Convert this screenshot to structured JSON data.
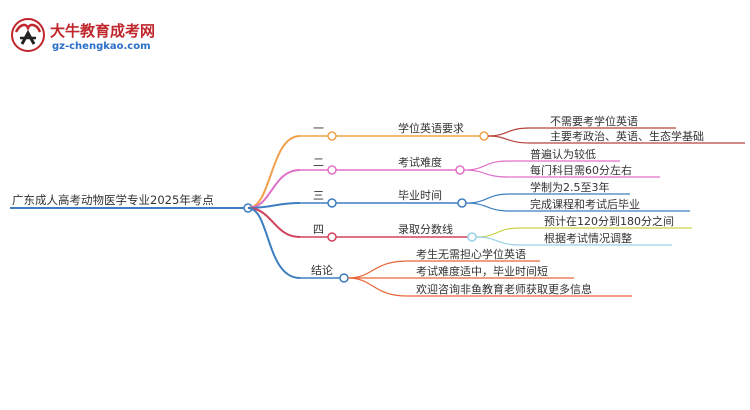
{
  "brand": {
    "title": "大牛教育成考网",
    "url": "gz-chengkao.com"
  },
  "colors": {
    "root": "#3d7ebf",
    "branch1": "#f0a04a",
    "branch1_children": "#b8433f",
    "branch2": "#e070c8",
    "branch3": "#3d7ebf",
    "branch4": "#d0435e",
    "branch4_children": "#c9d24a",
    "branch5": "#e8653b",
    "watermark": "#c0272d"
  },
  "mindmap": {
    "root": "广东成人高考动物医学专业2025年考点",
    "branches": [
      {
        "ordinal": "一",
        "title": "学位英语要求",
        "children": [
          "不需要考学位英语",
          "主要考政治、英语、生态学基础"
        ]
      },
      {
        "ordinal": "二",
        "title": "考试难度",
        "children": [
          "普遍认为较低",
          "每门科目需60分左右"
        ]
      },
      {
        "ordinal": "三",
        "title": "毕业时间",
        "children": [
          "学制为2.5至3年",
          "完成课程和考试后毕业"
        ]
      },
      {
        "ordinal": "四",
        "title": "录取分数线",
        "children": [
          "预计在120分到180分之间",
          "根据考试情况调整"
        ]
      },
      {
        "ordinal": "结论",
        "title": "",
        "children": [
          "考生无需担心学位英语",
          "考试难度适中，毕业时间短",
          "欢迎咨询非鱼教育老师获取更多信息"
        ]
      }
    ]
  }
}
